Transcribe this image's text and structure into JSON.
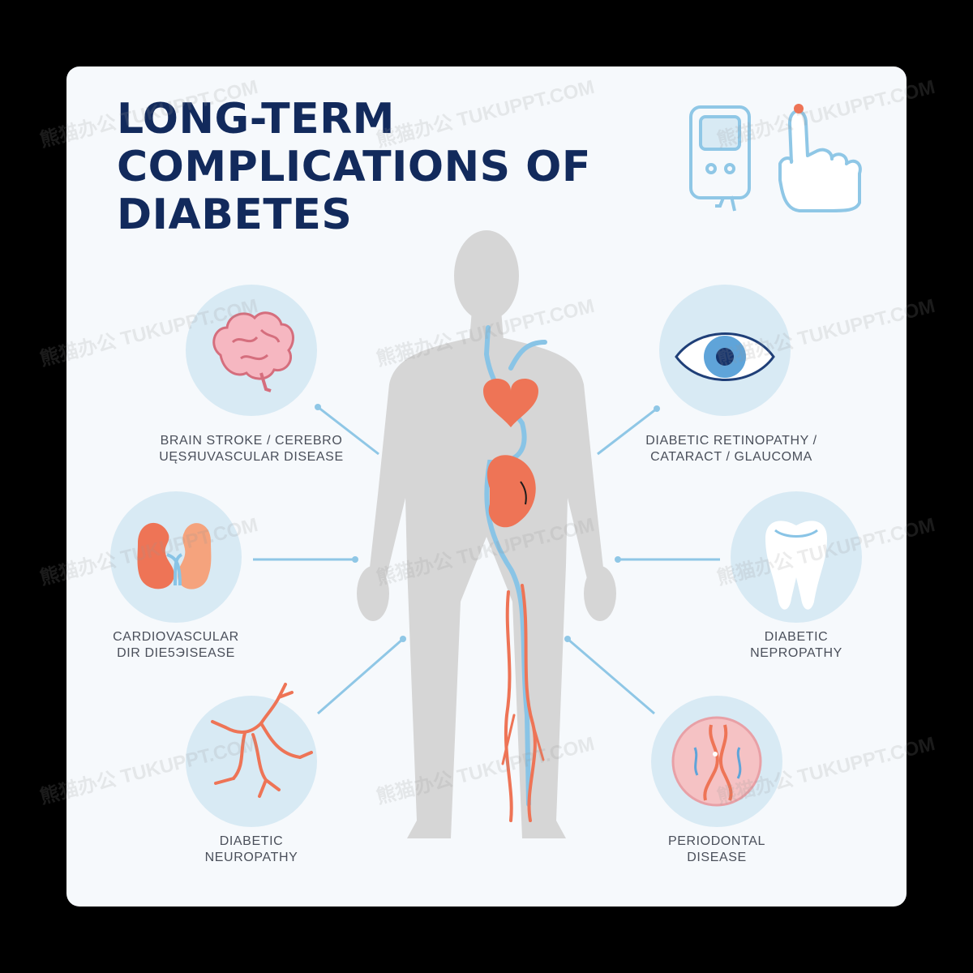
{
  "title_lines": [
    "LONG-TERM",
    "COMPLICATIONS OF",
    "DIABETES"
  ],
  "labels": {
    "brain": [
      "BRAIN STROKE / CEREBRO",
      "UĘSЯUVASCULAR DISEASE"
    ],
    "eye": [
      "DIABETIC RETINOPATHY /",
      "CATARACT / GLAUCOMA"
    ],
    "kidney": [
      "CARDIOVASCULAR",
      "DIR DIЕ5ЭISEASE"
    ],
    "tooth": [
      "DIABETIC",
      "NEPROPATHY"
    ],
    "nerve": [
      "DIABETIC",
      "NEUROPATHY"
    ],
    "vessel": [
      "PERIODONTAL",
      "DISEASE"
    ]
  },
  "watermark": "熊猫办公 TUKUPPT.COM",
  "colors": {
    "title": "#122a5c",
    "circle_bg": "#d8eaf4",
    "line": "#8fc7e6",
    "body": "#d6d6d6",
    "organ": "#ee7456",
    "vein": "#89c4e6"
  },
  "icons": [
    "glucose-meter-icon",
    "finger-prick-icon",
    "brain-icon",
    "eye-icon",
    "kidneys-icon",
    "tooth-icon",
    "nerve-icon",
    "blood-vessel-icon"
  ]
}
